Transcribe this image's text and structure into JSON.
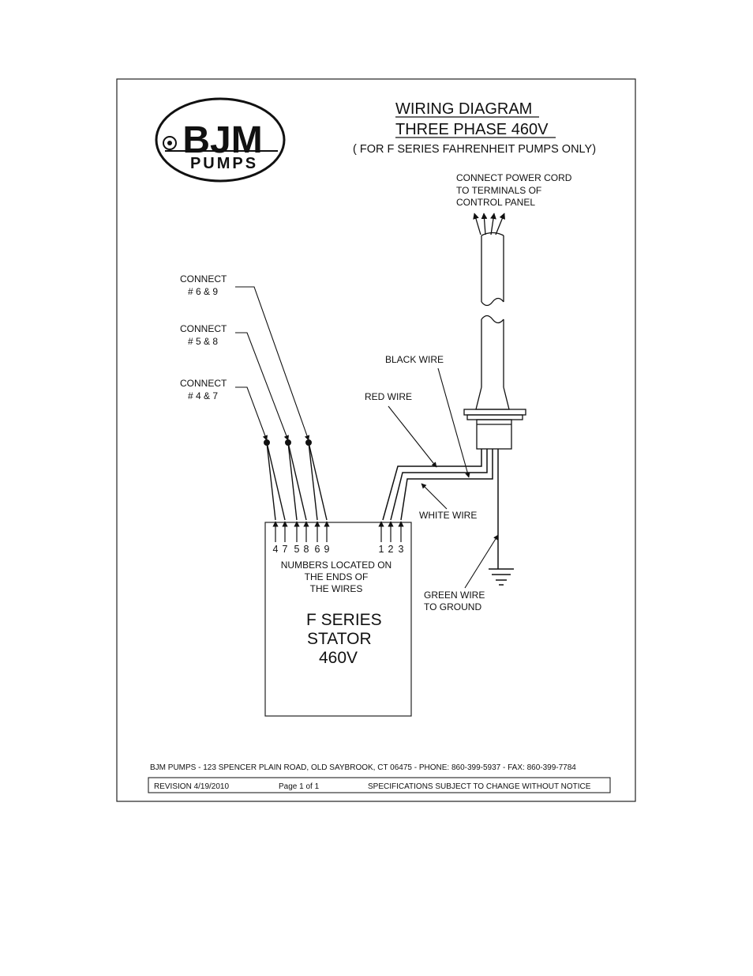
{
  "logo": {
    "brand": "BJM",
    "sub": "PUMPS"
  },
  "title": {
    "line1": "WIRING DIAGRAM",
    "line2": "THREE PHASE 460V",
    "line3": "( FOR F SERIES FAHRENHEIT PUMPS ONLY)"
  },
  "power_cord_note": [
    "CONNECT POWER CORD",
    "TO TERMINALS OF",
    "CONTROL PANEL"
  ],
  "connections": [
    {
      "line1": "CONNECT",
      "line2": "# 6 & 9"
    },
    {
      "line1": "CONNECT",
      "line2": "# 5 & 8"
    },
    {
      "line1": "CONNECT",
      "line2": "# 4 & 7"
    }
  ],
  "wires": {
    "black": "BLACK WIRE",
    "red": "RED WIRE",
    "white": "WHITE WIRE",
    "green_line1": "GREEN WIRE",
    "green_line2": "TO GROUND"
  },
  "wire_numbers": [
    "4",
    "7",
    "5",
    "8",
    "6",
    "9",
    "1",
    "2",
    "3"
  ],
  "stator_note": [
    "NUMBERS LOCATED ON",
    "THE ENDS OF",
    "THE WIRES"
  ],
  "stator": [
    "F SERIES",
    "STATOR",
    "460V"
  ],
  "footer": {
    "address": "BJM PUMPS - 123 SPENCER PLAIN ROAD, OLD SAYBROOK, CT 06475 - PHONE: 860-399-5937 - FAX: 860-399-7784",
    "revision": "REVISION 4/19/2010",
    "page": "Page 1 of 1",
    "notice": "SPECIFICATIONS SUBJECT TO CHANGE WITHOUT NOTICE"
  }
}
